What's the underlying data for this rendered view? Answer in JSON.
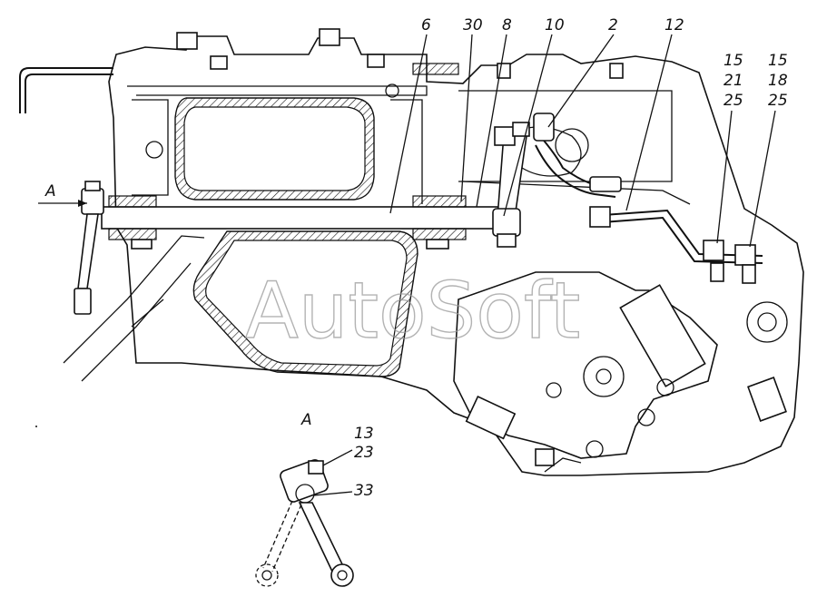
{
  "watermark": "AutoSoft",
  "view_marker": "A",
  "view_arrow_label": "A",
  "callouts": {
    "c6": "6",
    "c30": "30",
    "c8": "8",
    "c10": "10",
    "c2": "2",
    "c12": "12",
    "c15a": "15",
    "c21": "21",
    "c25a": "25",
    "c15b": "15",
    "c18": "18",
    "c25b": "25",
    "c13": "13",
    "c23": "23",
    "c33": "33"
  }
}
